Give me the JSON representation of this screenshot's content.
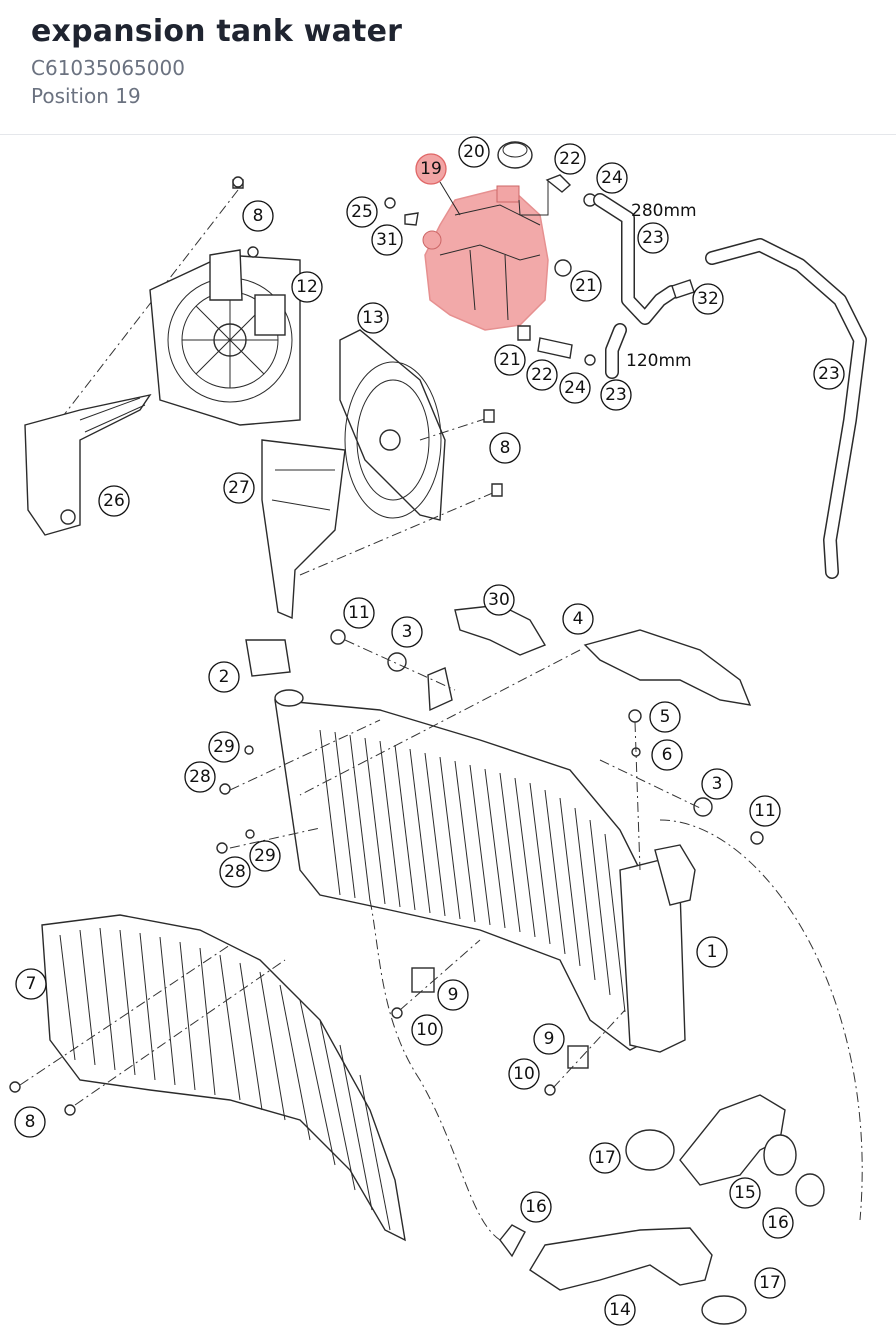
{
  "header": {
    "title": "expansion tank water",
    "part_number": "C61035065000",
    "position_label": "Position 19"
  },
  "diagram": {
    "highlight_color": "#f2a5a5",
    "highlight_part": "19",
    "dimensions": {
      "hose_long": "280mm",
      "hose_short": "120mm"
    },
    "callouts": [
      {
        "id": "c19",
        "label": "19",
        "active": true
      },
      {
        "id": "c20",
        "label": "20"
      },
      {
        "id": "c22a",
        "label": "22"
      },
      {
        "id": "c24a",
        "label": "24"
      },
      {
        "id": "c25",
        "label": "25"
      },
      {
        "id": "c31",
        "label": "31"
      },
      {
        "id": "c23a",
        "label": "23"
      },
      {
        "id": "c21a",
        "label": "21"
      },
      {
        "id": "c32",
        "label": "32"
      },
      {
        "id": "c21b",
        "label": "21"
      },
      {
        "id": "c22b",
        "label": "22"
      },
      {
        "id": "c24b",
        "label": "24"
      },
      {
        "id": "c23b",
        "label": "23"
      },
      {
        "id": "c23c",
        "label": "23"
      },
      {
        "id": "c8a",
        "label": "8"
      },
      {
        "id": "c12",
        "label": "12"
      },
      {
        "id": "c13",
        "label": "13"
      },
      {
        "id": "c8b",
        "label": "8"
      },
      {
        "id": "c27",
        "label": "27"
      },
      {
        "id": "c26",
        "label": "26"
      },
      {
        "id": "c30",
        "label": "30"
      },
      {
        "id": "c11a",
        "label": "11"
      },
      {
        "id": "c3a",
        "label": "3"
      },
      {
        "id": "c4",
        "label": "4"
      },
      {
        "id": "c2",
        "label": "2"
      },
      {
        "id": "c5",
        "label": "5"
      },
      {
        "id": "c6",
        "label": "6"
      },
      {
        "id": "c29a",
        "label": "29"
      },
      {
        "id": "c28a",
        "label": "28"
      },
      {
        "id": "c3b",
        "label": "3"
      },
      {
        "id": "c11b",
        "label": "11"
      },
      {
        "id": "c29b",
        "label": "29"
      },
      {
        "id": "c28b",
        "label": "28"
      },
      {
        "id": "c1",
        "label": "1"
      },
      {
        "id": "c7",
        "label": "7"
      },
      {
        "id": "c9a",
        "label": "9"
      },
      {
        "id": "c10a",
        "label": "10"
      },
      {
        "id": "c9b",
        "label": "9"
      },
      {
        "id": "c10b",
        "label": "10"
      },
      {
        "id": "c8c",
        "label": "8"
      },
      {
        "id": "c17a",
        "label": "17"
      },
      {
        "id": "c15",
        "label": "15"
      },
      {
        "id": "c16a",
        "label": "16"
      },
      {
        "id": "c16b",
        "label": "16"
      },
      {
        "id": "c17b",
        "label": "17"
      },
      {
        "id": "c14",
        "label": "14"
      }
    ]
  }
}
